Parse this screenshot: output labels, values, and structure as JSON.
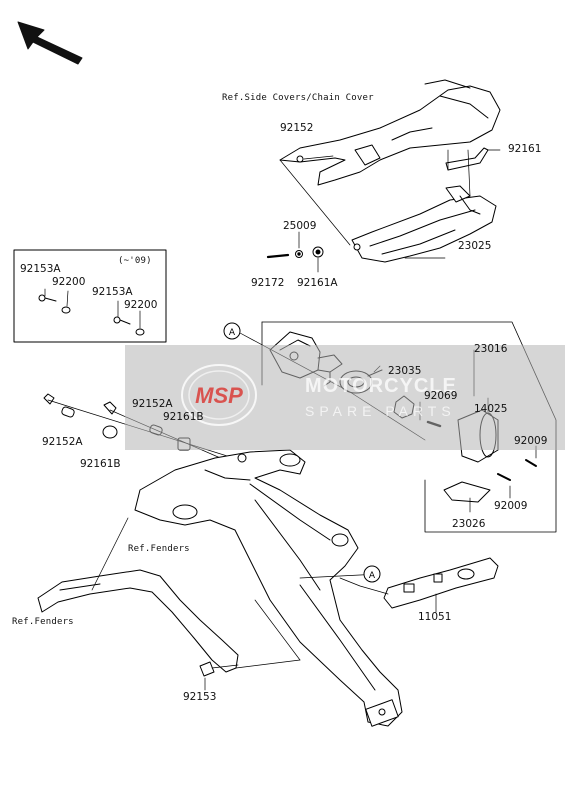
{
  "refs": {
    "side_covers": "Ref.Side Covers/Chain Cover",
    "fenders_1": "Ref.Fenders",
    "fenders_2": "Ref.Fenders"
  },
  "inset_note": "(~'09)",
  "callout": "A",
  "parts": {
    "p92152": "92152",
    "p92161": "92161",
    "p25009": "25009",
    "p23025": "23025",
    "p92172": "92172",
    "p92161A": "92161A",
    "p92153A_1": "92153A",
    "p92200_1": "92200",
    "p92153A_2": "92153A",
    "p92200_2": "92200",
    "p23016": "23016",
    "p23035": "23035",
    "p92069": "92069",
    "p14025": "14025",
    "p92009_1": "92009",
    "p92009_2": "92009",
    "p23026": "23026",
    "p92152A_1": "92152A",
    "p92161B_1": "92161B",
    "p92152A_2": "92152A",
    "p92161B_2": "92161B",
    "p11051": "11051",
    "p92153": "92153"
  },
  "watermark": {
    "logo_text": "MSP",
    "line1": "MOTORCYCLE",
    "line2": "SPARE PARTS",
    "color": "#d9534f"
  },
  "arrow_icon": "front-direction-arrow-icon"
}
